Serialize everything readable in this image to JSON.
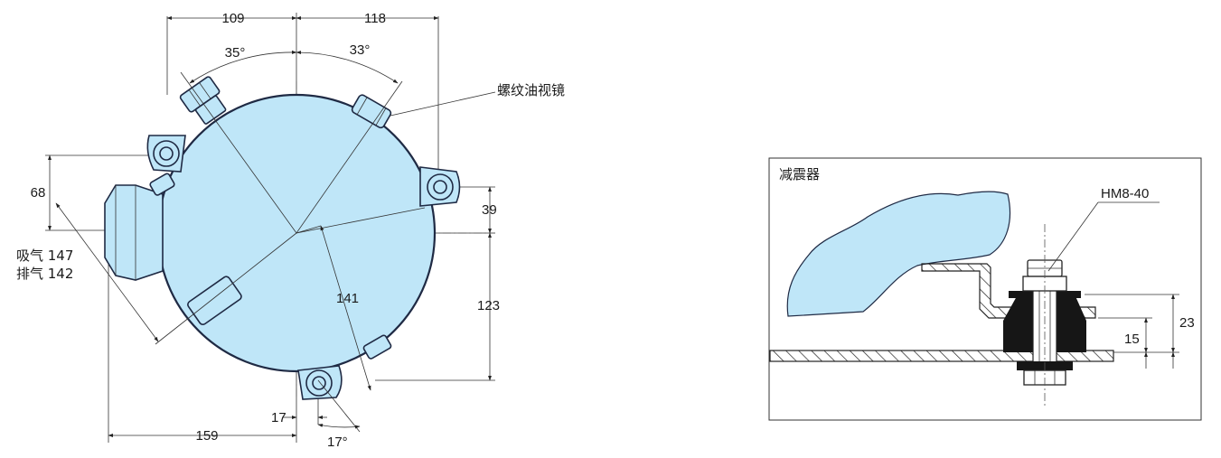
{
  "left_view": {
    "dims": {
      "d109": "109",
      "d118": "118",
      "a35": "35°",
      "a33": "33°",
      "d68": "68",
      "d39": "39",
      "d141": "141",
      "d123": "123",
      "d17": "17",
      "d159": "159",
      "a17": "17°"
    },
    "labels": {
      "sight_glass": "螺纹油视镜",
      "suction": "吸气 147",
      "discharge": "排气 142"
    }
  },
  "right_view": {
    "title": "减震器",
    "part": "HM8-40",
    "dims": {
      "d23": "23",
      "d15": "15"
    }
  }
}
